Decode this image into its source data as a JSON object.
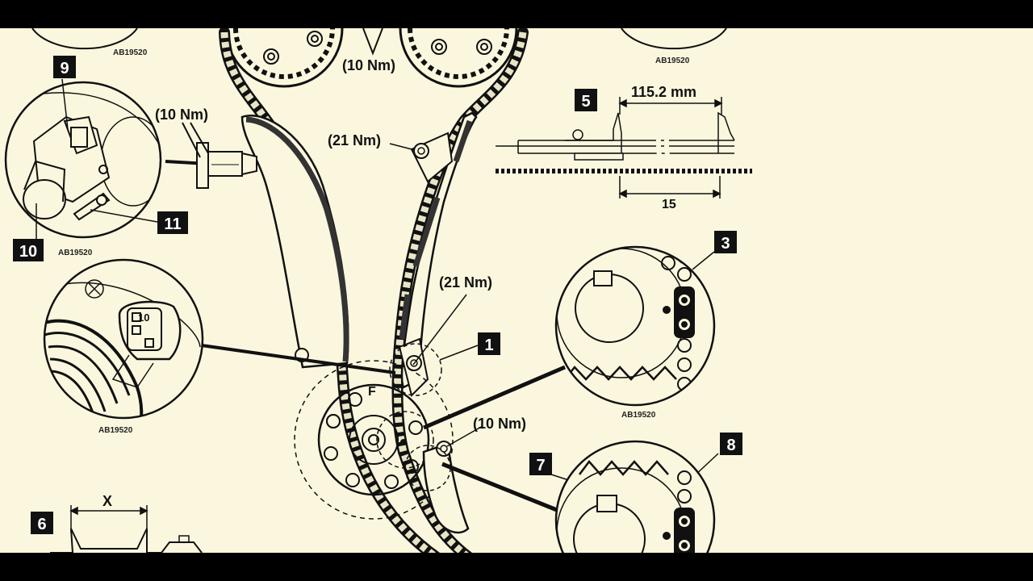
{
  "colors": {
    "paper": "#fbf7de",
    "ink": "#111111",
    "letterbox": "#000000"
  },
  "callouts": {
    "c1": "1",
    "c3": "3",
    "c5": "5",
    "c6": "6",
    "c7": "7",
    "c8": "8",
    "c9": "9",
    "c10": "10",
    "c11": "11"
  },
  "torques": {
    "top_center": "(10 Nm)",
    "actuator": "(10 Nm)",
    "upper_guide": "(21 Nm)",
    "tensioner_pivot": "(21 Nm)",
    "lower_tensioner": "(10 Nm)"
  },
  "measure": {
    "length": "115.2 mm",
    "pitch_count": "15"
  },
  "dimension_x": "X",
  "figure_codes": [
    "AB19520",
    "AB19520",
    "AB19520",
    "AB19520",
    "AB19520"
  ],
  "sensor_text": "10",
  "sprocket_mark": "F"
}
